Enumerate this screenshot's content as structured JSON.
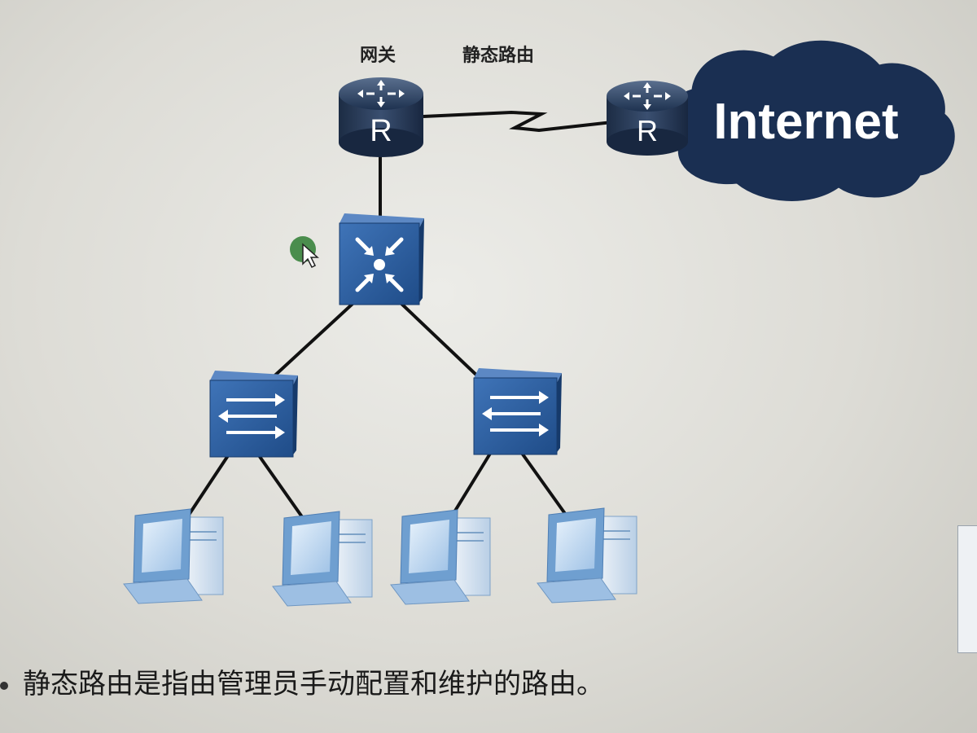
{
  "labels": {
    "gateway": "网关",
    "static_route": "静态路由"
  },
  "internet_cloud": {
    "text": "Internet"
  },
  "router_letter": "R",
  "caption": "静态路由是指由管理员手动配置和维护的路由。",
  "colors": {
    "device_dark": "#1e3250",
    "device_blue": "#2b5a98",
    "pc_light": "#a9c9ea",
    "cloud": "#1a2f52",
    "link": "#111111",
    "cursor_dot": "#2e7d32"
  }
}
